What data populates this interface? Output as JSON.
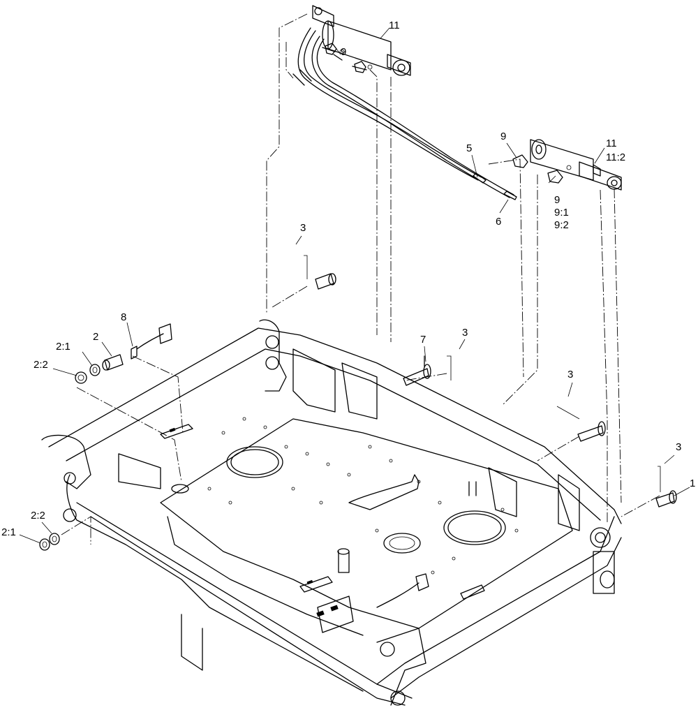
{
  "callouts": [
    {
      "id": "c11a",
      "text": "11"
    },
    {
      "id": "c9a",
      "text": "9"
    },
    {
      "id": "c5",
      "text": "5"
    },
    {
      "id": "c9b",
      "text": "9"
    },
    {
      "id": "c11b",
      "text": "11"
    },
    {
      "id": "c112",
      "text": "11:2"
    },
    {
      "id": "c9c",
      "text": "9"
    },
    {
      "id": "c91",
      "text": "9:1"
    },
    {
      "id": "c92",
      "text": "9:2"
    },
    {
      "id": "c6",
      "text": "6"
    },
    {
      "id": "c3a",
      "text": "3"
    },
    {
      "id": "c8",
      "text": "8"
    },
    {
      "id": "c2",
      "text": "2"
    },
    {
      "id": "c21a",
      "text": "2:1"
    },
    {
      "id": "c22a",
      "text": "2:2"
    },
    {
      "id": "c7",
      "text": "7"
    },
    {
      "id": "c3b",
      "text": "3"
    },
    {
      "id": "c3c",
      "text": "3"
    },
    {
      "id": "c3d",
      "text": "3"
    },
    {
      "id": "c1",
      "text": "1"
    },
    {
      "id": "c22b",
      "text": "2:2"
    },
    {
      "id": "c21b",
      "text": "2:1"
    }
  ]
}
